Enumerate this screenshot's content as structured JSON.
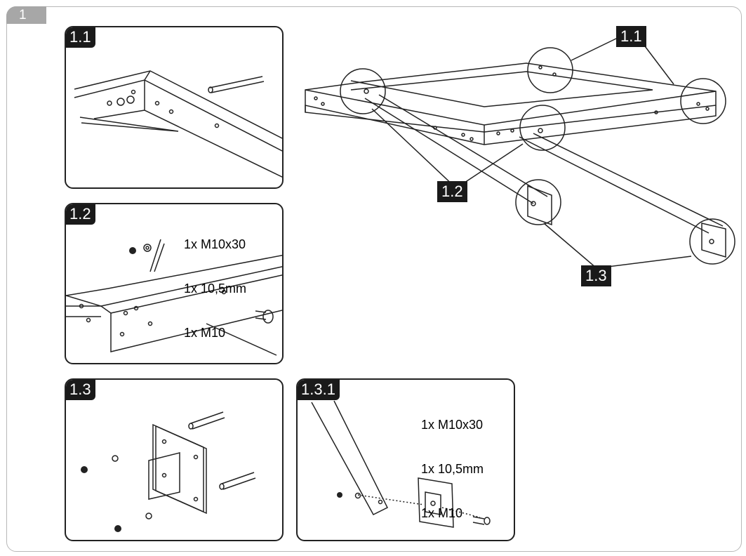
{
  "step": {
    "number": "1"
  },
  "panels": {
    "p11": {
      "label": "1.1"
    },
    "p12": {
      "label": "1.2",
      "parts": [
        "1x M10x30",
        "1x 10,5mm",
        "1x M10"
      ]
    },
    "p13": {
      "label": "1.3"
    },
    "p131": {
      "label": "1.3.1",
      "parts": [
        "1x M10x30",
        "1x 10,5mm",
        "1x M10"
      ]
    }
  },
  "overview": {
    "callout_top": "1.1",
    "callout_mid": "1.2",
    "callout_bottom": "1.3"
  },
  "colors": {
    "frame_border": "#b8b8b8",
    "tab": "#a7a7a7",
    "badge": "#1a1a1a",
    "line": "#222222"
  }
}
